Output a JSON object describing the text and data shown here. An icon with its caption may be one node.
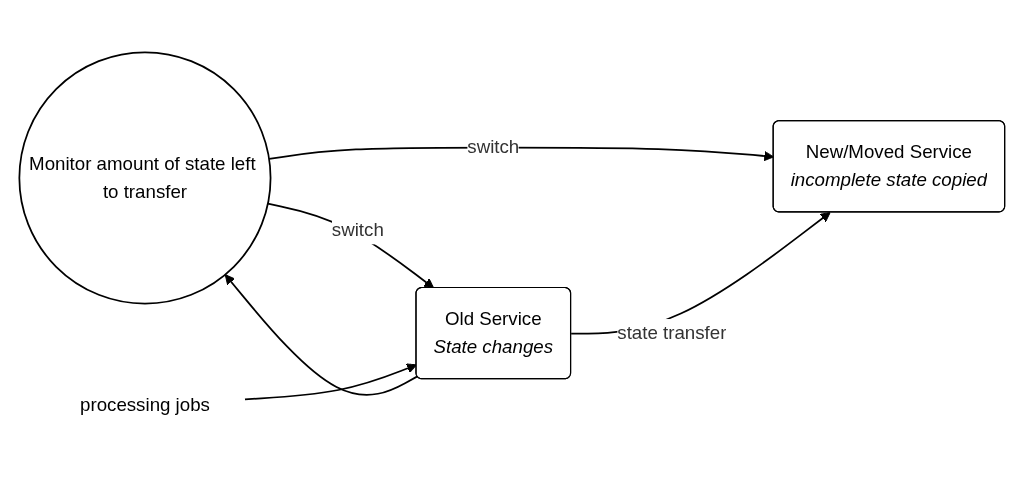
{
  "diagram": {
    "nodes": [
      {
        "text": [
          "Monitor amount of state left to transfer"
        ]
      },
      {
        "text": [
          "Old Service",
          "State changes"
        ]
      },
      {
        "text": [
          "New/Moved Service",
          "incomplete state copied"
        ]
      },
      {
        "text": [
          "processing jobs"
        ]
      }
    ],
    "edges": [
      {
        "from": 0,
        "to": 1,
        "arrow": "to",
        "label": "switch"
      },
      {
        "from": 0,
        "to": 2,
        "arrow": "to",
        "label": "switch"
      },
      {
        "from": 1,
        "to": 2,
        "arrow": "to",
        "label": "state transfer"
      },
      {
        "from": 1,
        "to": 0,
        "arrow": "to"
      },
      {
        "from": 3,
        "to": 1,
        "arrow": "to"
      }
    ]
  }
}
